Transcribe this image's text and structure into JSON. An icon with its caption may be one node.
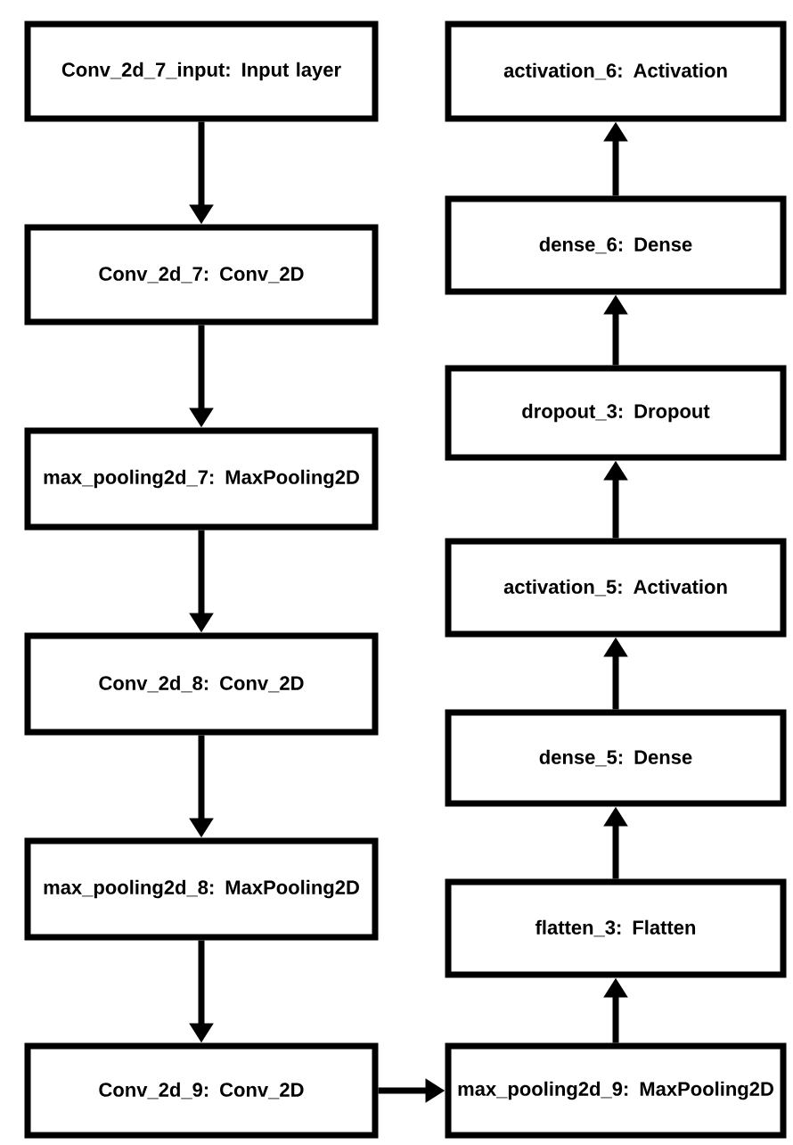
{
  "diagram": {
    "nodes": [
      {
        "text": [
          "Conv_2d_7_input: Input layer"
        ]
      },
      {
        "text": [
          "Conv_2d_7: Conv_2D"
        ]
      },
      {
        "text": [
          "max_pooling2d_7: MaxPooling2D"
        ]
      },
      {
        "text": [
          "Conv_2d_8: Conv_2D"
        ]
      },
      {
        "text": [
          "max_pooling2d_8: MaxPooling2D"
        ]
      },
      {
        "text": [
          "Conv_2d_9: Conv_2D"
        ]
      },
      {
        "text": [
          "max_pooling2d_9: MaxPooling2D"
        ]
      },
      {
        "text": [
          "flatten_3: Flatten"
        ]
      },
      {
        "text": [
          "dense_5: Dense"
        ]
      },
      {
        "text": [
          "activation_5: Activation"
        ]
      },
      {
        "text": [
          "dropout_3: Dropout"
        ]
      },
      {
        "text": [
          "dense_6: Dense"
        ]
      },
      {
        "text": [
          "activation_6: Activation"
        ]
      }
    ],
    "edges": [
      {
        "from": 0,
        "to": 1,
        "arrow": "to"
      },
      {
        "from": 1,
        "to": 2,
        "arrow": "to"
      },
      {
        "from": 2,
        "to": 3,
        "arrow": "to"
      },
      {
        "from": 3,
        "to": 4,
        "arrow": "to"
      },
      {
        "from": 4,
        "to": 5,
        "arrow": "to"
      },
      {
        "from": 5,
        "to": 6,
        "arrow": "to"
      },
      {
        "from": 6,
        "to": 7,
        "arrow": "to"
      },
      {
        "from": 7,
        "to": 8,
        "arrow": "to"
      },
      {
        "from": 8,
        "to": 9,
        "arrow": "to"
      },
      {
        "from": 9,
        "to": 10,
        "arrow": "to"
      },
      {
        "from": 10,
        "to": 11,
        "arrow": "to"
      },
      {
        "from": 11,
        "to": 12,
        "arrow": "to"
      }
    ]
  }
}
